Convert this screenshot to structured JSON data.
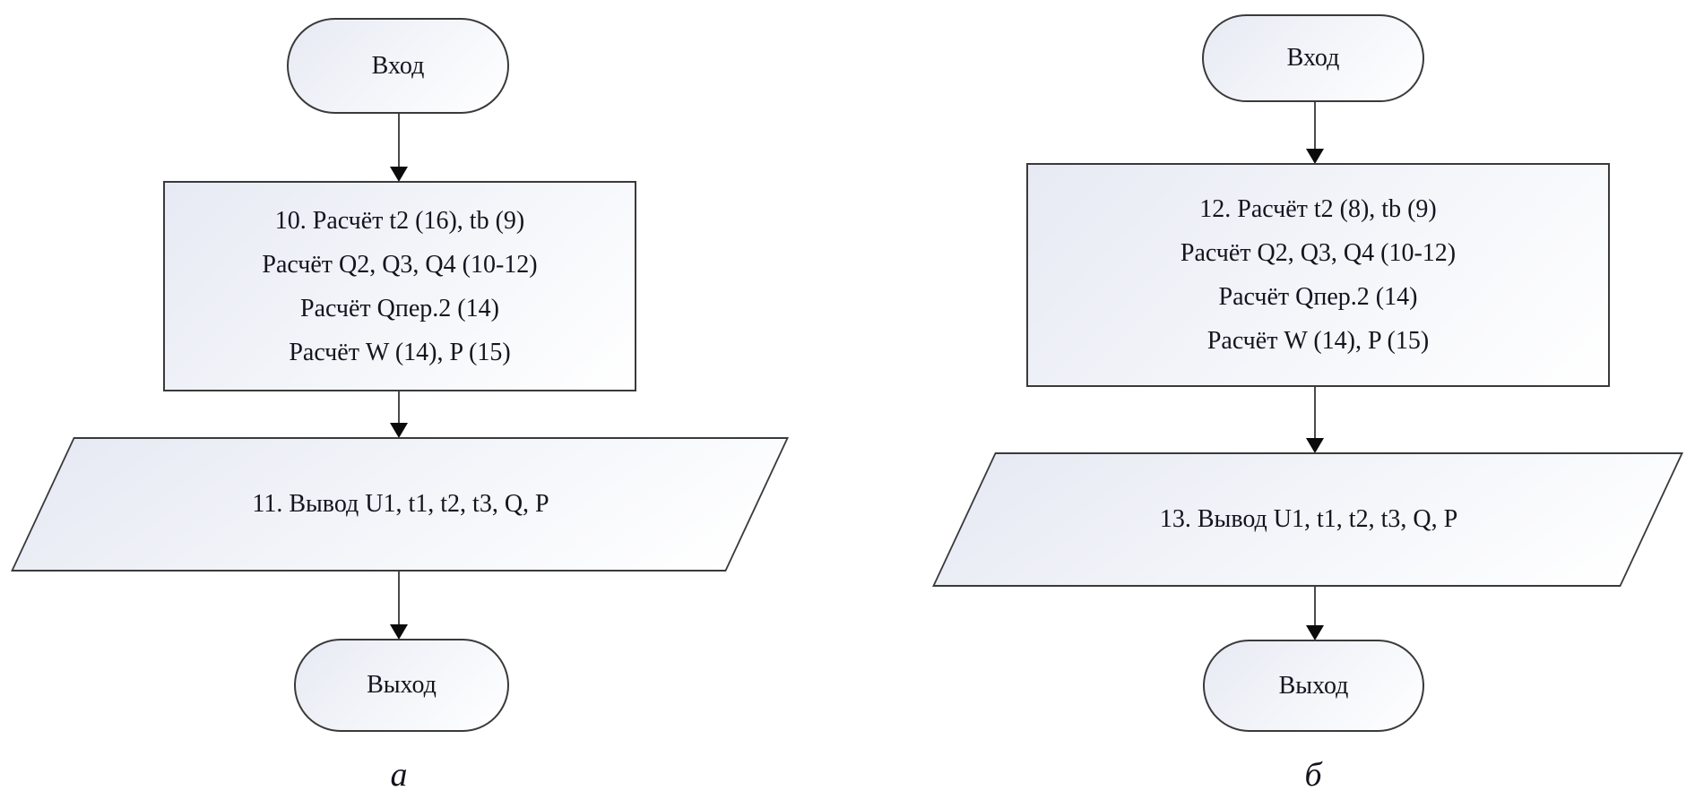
{
  "colors": {
    "shape_border": "#3a3a3a",
    "shape_fill_light": "#e7eaf3",
    "shape_fill_white": "#ffffff",
    "text": "#14141f",
    "arrow_line": "#4a4a4a",
    "arrow_head": "#0b0b0b"
  },
  "flowcharts": [
    {
      "caption": "а",
      "start_terminal_label": "Вход",
      "process_block": {
        "lines": [
          "10. Расчёт t2 (16), tb (9)",
          "Расчёт Q2, Q3, Q4 (10-12)",
          "Расчёт Qпер.2 (14)",
          "Расчёт W (14), P (15)"
        ]
      },
      "output_block": {
        "label": "11. Вывод U1, t1, t2, t3, Q, P"
      },
      "end_terminal_label": "Выход"
    },
    {
      "caption": "б",
      "start_terminal_label": "Вход",
      "process_block": {
        "lines": [
          "12. Расчёт t2 (8), tb (9)",
          "Расчёт Q2, Q3, Q4 (10-12)",
          "Расчёт Qпер.2 (14)",
          "Расчёт W (14), P (15)"
        ]
      },
      "output_block": {
        "label": "13. Вывод U1, t1, t2, t3, Q, P"
      },
      "end_terminal_label": "Выход"
    }
  ]
}
